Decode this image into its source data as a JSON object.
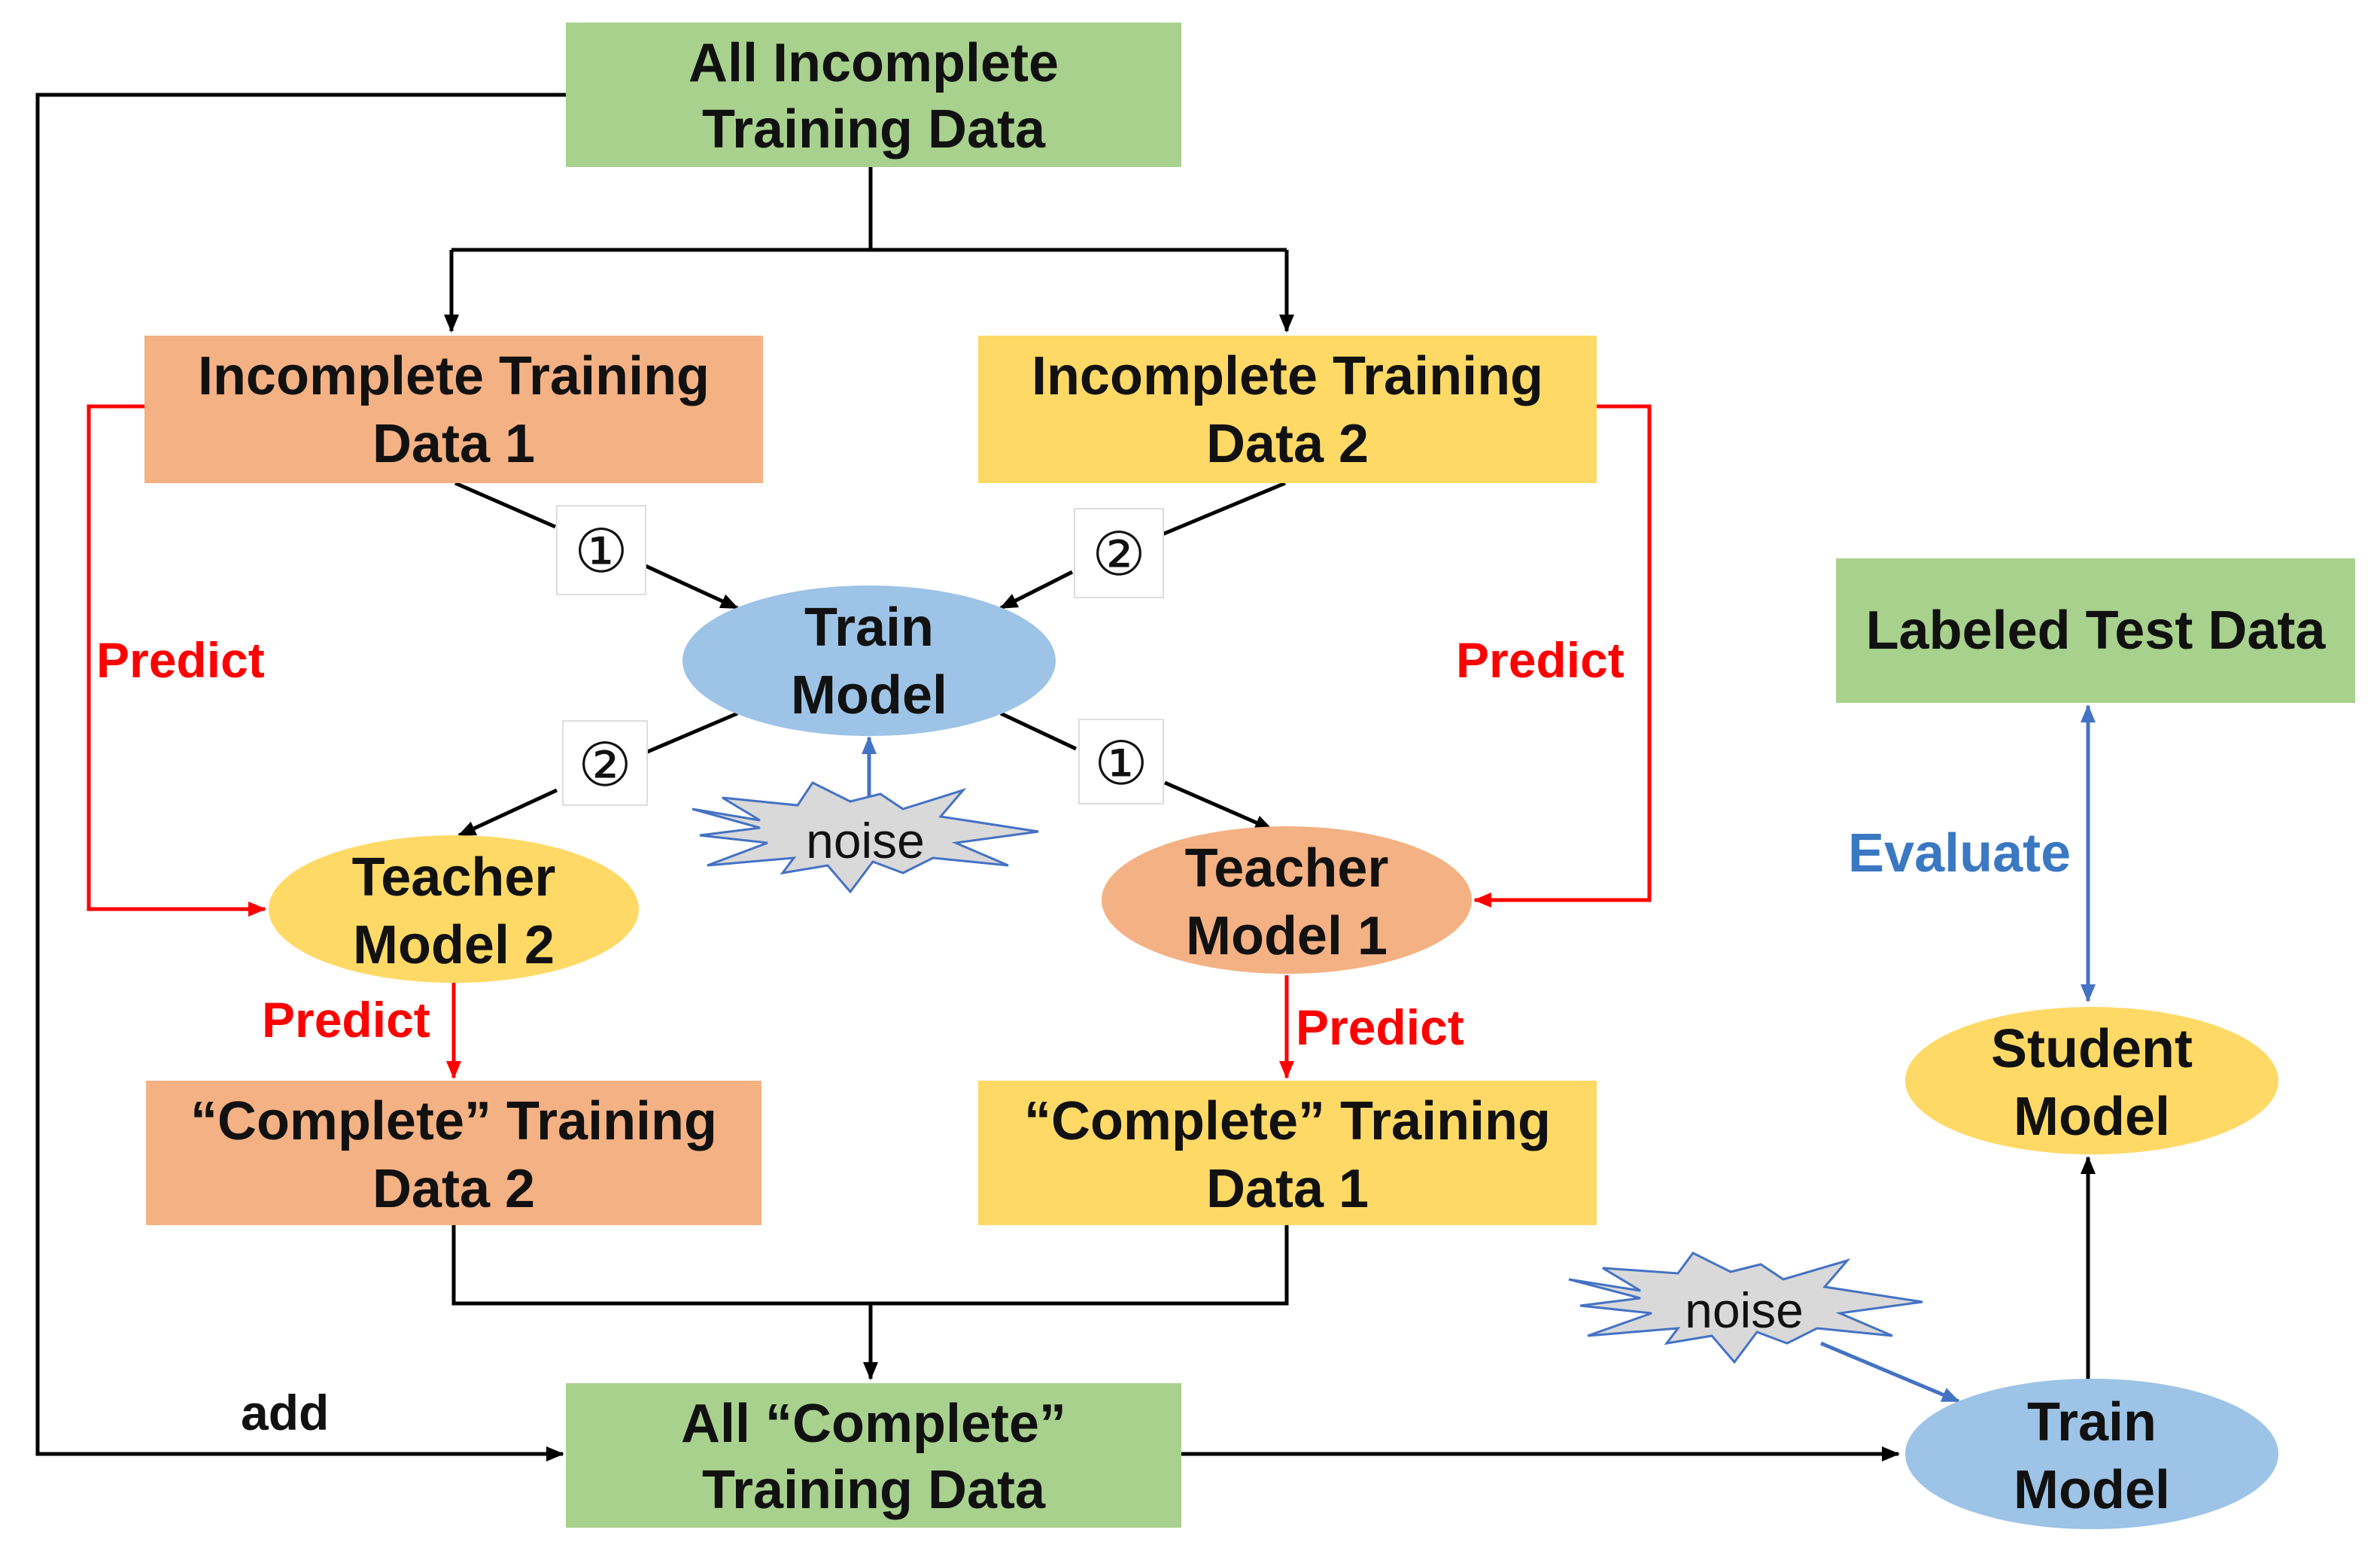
{
  "colors": {
    "green": "#a9d18e",
    "orange": "#f4b183",
    "yellow": "#ffd966",
    "blue": "#9dc3e6",
    "red": "#ff0000",
    "blueArrow": "#4472c4",
    "black": "#000000"
  },
  "nodes": {
    "all_incomplete": [
      "All Incomplete",
      "Training Data"
    ],
    "incomplete_1": [
      "Incomplete Training",
      "Data 1"
    ],
    "incomplete_2": [
      "Incomplete Training",
      "Data 2"
    ],
    "train_model_center": [
      "Train",
      "Model"
    ],
    "teacher_2": [
      "Teacher",
      "Model 2"
    ],
    "teacher_1": [
      "Teacher",
      "Model 1"
    ],
    "complete_2": [
      "“Complete” Training",
      "Data 2"
    ],
    "complete_1": [
      "“Complete” Training",
      "Data 1"
    ],
    "all_complete": [
      "All “Complete”",
      "Training Data"
    ],
    "labeled_test": "Labeled Test Data",
    "student_model": [
      "Student",
      "Model"
    ],
    "train_model_right": [
      "Train",
      "Model"
    ]
  },
  "labels": {
    "predict": "Predict",
    "evaluate": "Evaluate",
    "add": "add",
    "noise": "noise",
    "step1": "①",
    "step2": "②"
  }
}
